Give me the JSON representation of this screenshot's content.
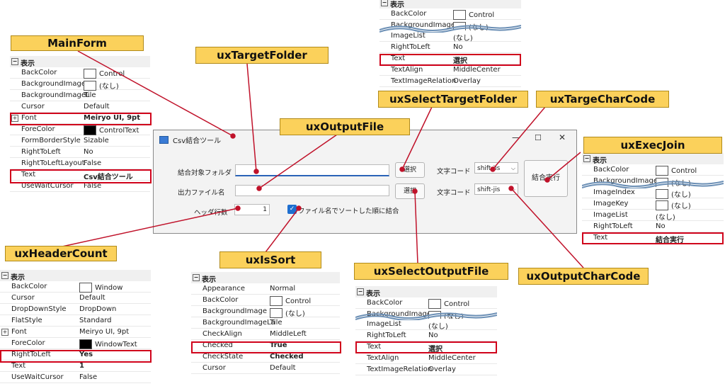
{
  "labels": {
    "main_form": "MainForm",
    "target_folder": "uxTargetFolder",
    "output_file": "uxOutputFile",
    "select_target_folder": "uxSelectTargetFolder",
    "targe_char_code": "uxTargeCharCode",
    "exec_join": "uxExecJoin",
    "header_count": "uxHeaderCount",
    "is_sort": "uxIsSort",
    "select_output_file": "uxSelectOutputFile",
    "output_char_code": "uxOutputCharCode"
  },
  "section_header": "表示",
  "grids": {
    "mainform": [
      {
        "k": "BackColor",
        "v": "Control",
        "sw": "white"
      },
      {
        "k": "BackgroundImage",
        "v": "(なし)",
        "sw": "white"
      },
      {
        "k": "BackgroundImageL",
        "v": "Tile"
      },
      {
        "k": "Cursor",
        "v": "Default"
      },
      {
        "k": "Font",
        "v": "Meiryo UI, 9pt",
        "bold": true,
        "plus": true
      },
      {
        "k": "ForeColor",
        "v": "ControlText",
        "sw": "black"
      },
      {
        "k": "FormBorderStyle",
        "v": "Sizable"
      },
      {
        "k": "RightToLeft",
        "v": "No"
      },
      {
        "k": "RightToLeftLayout",
        "v": "False"
      },
      {
        "k": "Text",
        "v": "Csv結合ツール",
        "bold": true
      },
      {
        "k": "UseWaitCursor",
        "v": "False"
      }
    ],
    "header_count": [
      {
        "k": "BackColor",
        "v": "Window",
        "sw": "white"
      },
      {
        "k": "Cursor",
        "v": "Default"
      },
      {
        "k": "DropDownStyle",
        "v": "DropDown"
      },
      {
        "k": "FlatStyle",
        "v": "Standard"
      },
      {
        "k": "Font",
        "v": "Meiryo UI, 9pt",
        "plus": true
      },
      {
        "k": "ForeColor",
        "v": "WindowText",
        "sw": "black"
      },
      {
        "k": "RightToLeft",
        "v": "Yes",
        "bold": true
      },
      {
        "k": "Text",
        "v": "1",
        "bold": true
      },
      {
        "k": "UseWaitCursor",
        "v": "False"
      }
    ],
    "is_sort": [
      {
        "k": "Appearance",
        "v": "Normal"
      },
      {
        "k": "BackColor",
        "v": "Control",
        "sw": "white"
      },
      {
        "k": "BackgroundImage",
        "v": "(なし)",
        "sw": "white"
      },
      {
        "k": "BackgroundImageLa",
        "v": "Tile"
      },
      {
        "k": "CheckAlign",
        "v": "MiddleLeft"
      },
      {
        "k": "Checked",
        "v": "True",
        "bold": true
      },
      {
        "k": "CheckState",
        "v": "Checked",
        "bold": true
      },
      {
        "k": "Cursor",
        "v": "Default"
      }
    ],
    "select_target_top": [
      {
        "k": "BackColor",
        "v": "Control",
        "sw": "white"
      },
      {
        "k": "BackgroundImage",
        "v": "(なし)",
        "sw": "white"
      }
    ],
    "select_target_bottom": [
      {
        "k": "ImageList",
        "v": "(なし)"
      },
      {
        "k": "RightToLeft",
        "v": "No"
      },
      {
        "k": "Text",
        "v": "選択",
        "bold": true
      },
      {
        "k": "TextAlign",
        "v": "MiddleCenter"
      },
      {
        "k": "TextImageRelation",
        "v": "Overlay"
      }
    ],
    "select_output_top": [
      {
        "k": "BackColor",
        "v": "Control",
        "sw": "white"
      },
      {
        "k": "BackgroundImage",
        "v": "(なし)",
        "sw": "white"
      }
    ],
    "select_output_bottom": [
      {
        "k": "ImageList",
        "v": "(なし)"
      },
      {
        "k": "RightToLeft",
        "v": "No"
      },
      {
        "k": "Text",
        "v": "選択",
        "bold": true
      },
      {
        "k": "TextAlign",
        "v": "MiddleCenter"
      },
      {
        "k": "TextImageRelation",
        "v": "Overlay"
      }
    ],
    "exec_top": [
      {
        "k": "BackColor",
        "v": "Control",
        "sw": "white"
      },
      {
        "k": "BackgroundImage",
        "v": "(なし)",
        "sw": "white"
      }
    ],
    "exec_bottom": [
      {
        "k": "ImageIndex",
        "v": "(なし)",
        "sw": "white"
      },
      {
        "k": "ImageKey",
        "v": "(なし)",
        "sw": "white"
      },
      {
        "k": "ImageList",
        "v": "(なし)"
      },
      {
        "k": "RightToLeft",
        "v": "No"
      },
      {
        "k": "Text",
        "v": "結合実行",
        "bold": true
      }
    ]
  },
  "form": {
    "title": "Csv結合ツール",
    "target_folder_label": "結合対象フォルダ",
    "output_file_label": "出力ファイル名",
    "header_count_label": "ヘッダ行数",
    "header_count_value": "1",
    "select_label": "選択",
    "char_code_label": "文字コード",
    "char_code_value": "shift-jis",
    "exec_label": "結合実行",
    "sort_label": "ファイル名でソートした順に結合"
  }
}
